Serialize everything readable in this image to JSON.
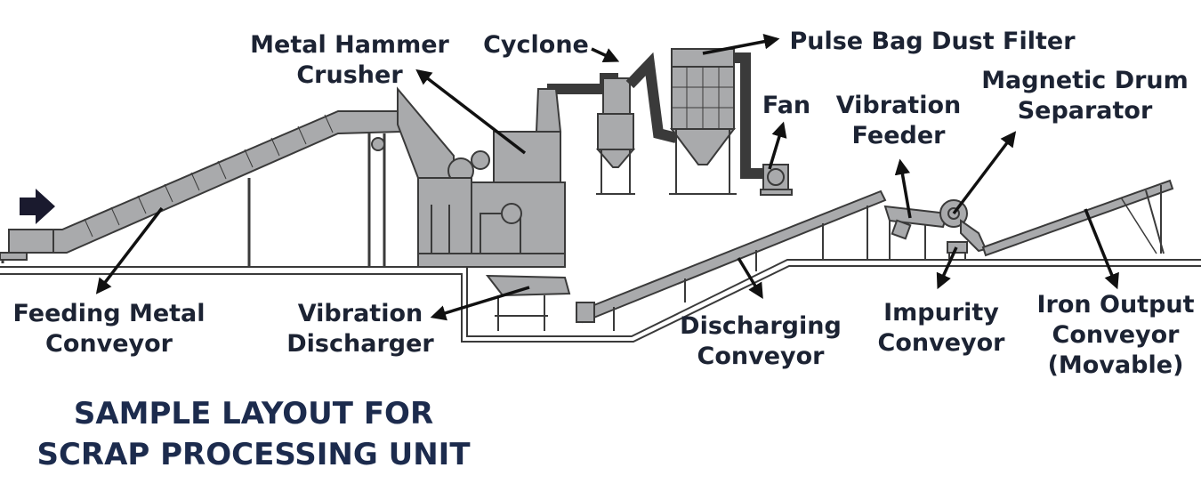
{
  "title": {
    "line1": "SAMPLE LAYOUT FOR",
    "line2": "SCRAP PROCESSING UNIT"
  },
  "labels": {
    "metal_hammer_crusher": [
      "Metal Hammer",
      "Crusher"
    ],
    "cyclone": [
      "Cyclone"
    ],
    "pulse_bag_dust_filter": [
      "Pulse Bag Dust Filter"
    ],
    "magnetic_drum_separator": [
      "Magnetic Drum",
      "Separator"
    ],
    "fan": [
      "Fan"
    ],
    "vibration_feeder": [
      "Vibration",
      "Feeder"
    ],
    "feeding_metal_conveyor": [
      "Feeding Metal",
      "Conveyor"
    ],
    "vibration_discharger": [
      "Vibration",
      "Discharger"
    ],
    "discharging_conveyor": [
      "Discharging",
      "Conveyor"
    ],
    "impurity_conveyor": [
      "Impurity",
      "Conveyor"
    ],
    "iron_output_conveyor": [
      "Iron Output",
      "Conveyor",
      "(Movable)"
    ]
  },
  "colors": {
    "machine_fill": "#a9aaac",
    "machine_stroke": "#3a3a3a",
    "arrow": "#111111",
    "text": "#1c2333",
    "title": "#1c2b4d"
  }
}
